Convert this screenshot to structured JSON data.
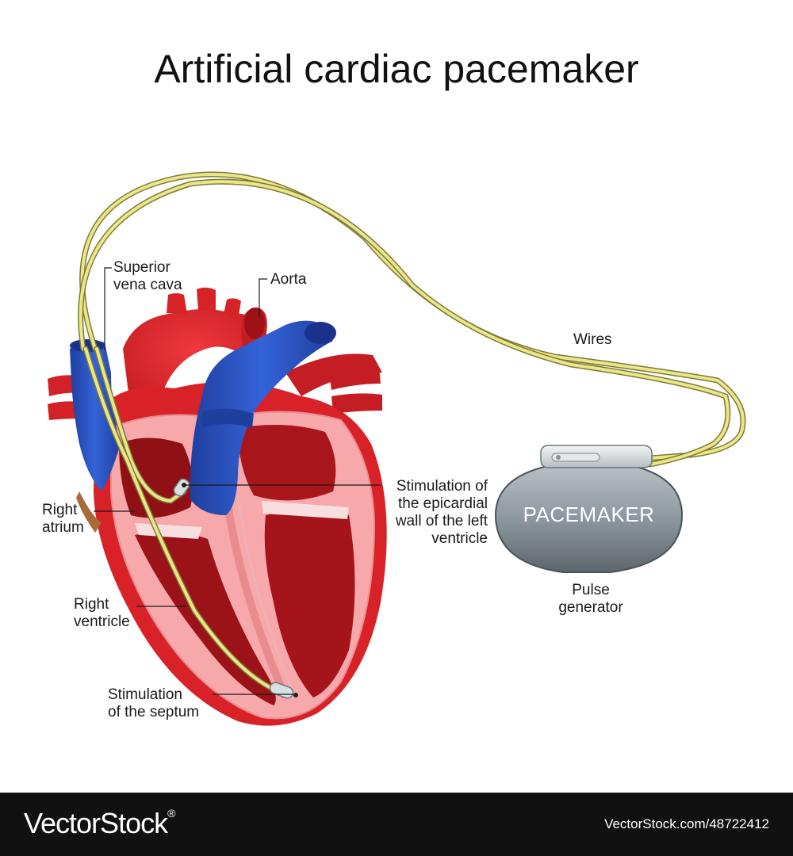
{
  "title": "Artificial cardiac pacemaker",
  "labels": {
    "superior_vena_cava": "Superior\nvena cava",
    "aorta": "Aorta",
    "wires": "Wires",
    "right_atrium": "Right\natrium",
    "right_ventricle": "Right\nventricle",
    "stimulation_lv": "Stimulation of\nthe epicardial\nwall of the left\nventricle",
    "stimulation_septum": "Stimulation\nof the septum",
    "pulse_generator": "Pulse\ngenerator"
  },
  "device": {
    "label": "PACEMAKER"
  },
  "footer": {
    "brand": "VectorStock",
    "registered": "®",
    "credit": "VectorStock.com/48722412"
  },
  "colors": {
    "artery_red": "#e2262b",
    "dark_red": "#8e0f14",
    "vein_blue": "#2a55c4",
    "muscle_pink": "#f4a3a6",
    "wire_yellow": "#e6e07a",
    "device_gray": "#8a949b"
  }
}
